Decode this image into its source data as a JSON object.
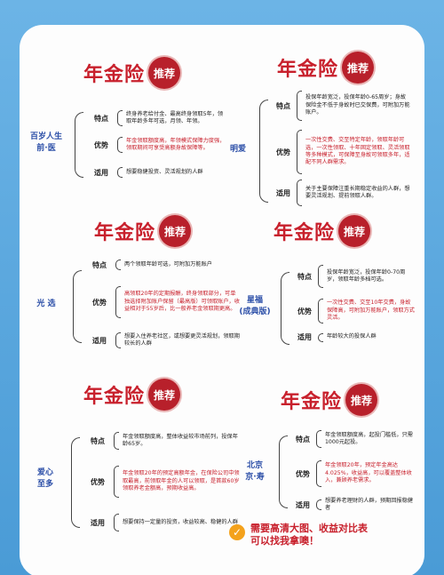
{
  "title_text": "年金险",
  "badge_text": "推荐",
  "labels": {
    "features": "特点",
    "advantages": "优势",
    "suitable": "适用"
  },
  "sections": [
    {
      "product": "百岁人生\n前·医",
      "features": "终身养老给付金、最高终身领取5年，领取年龄多年可选，月领、年领。",
      "advantages": "年金领取额度高，年领模式保障力度强，领取期间可享受高额身故保障等。",
      "suitable": "想要稳健投资、灵活规划的人群"
    },
    {
      "product": "明爱",
      "features": "投保年龄宽泛，投保年龄0-65周岁；身故保险金不低于身故时已交保费，可附加万能账户。",
      "advantages": "一次性交费、交至特定年龄，领取年龄可选，一次性领取、十年固定领取、灵活领取等多种模式，可保障至身故可领取多年，适配不同人群需求。",
      "suitable": "关于主要保障注重长期稳定收益的人群，想要灵活规划、提前领取人群。"
    },
    {
      "product": "光  选",
      "features": "两个领取年龄可选，可附加万能账户",
      "advantages": "高领取20年的定期报酬，终身领取部分，可单独选择附加账户保留（最高版）可领取账户，收益相对于55岁后，比一般养老金领取期更高。",
      "suitable": "想要入住养老社区，或想要更灵活规划，领取期较长的人群"
    },
    {
      "product": "星福\n(成典版)",
      "features": "投保年龄宽泛，投保年龄0-70周岁，领取年龄多档可选。",
      "advantages": "一次性交费、交至10年交费，身故保障高，可附加万能账户，领取方式灵活。",
      "suitable": "年龄较大的投保人群"
    },
    {
      "product": "爱心\n至多",
      "features": "年金领取额度高，整体收益较市场前列，投保年龄65岁。",
      "advantages": "年金领取20年的预定高额年金，在保险公司中领取最高，前领取年金的人可以领取，是首款60岁领取养老金额高，预期收益高。",
      "suitable": "想要保持一定量的投资，收益较高、稳健的人群"
    },
    {
      "product": "北京\n京·寿",
      "features": "年金领取额度高，起投门槛低，只需1000元起投。",
      "advantages": "年金领取20年，预定年金高达4.025%，收益高，可以覆盖整体收入，兼顾养老需求。",
      "suitable": "想要养老理财的人群，预期回报稳健者"
    }
  ],
  "cta": {
    "line1": "需要高清大图、收益对比表",
    "line2": "可以找我拿噢！"
  }
}
